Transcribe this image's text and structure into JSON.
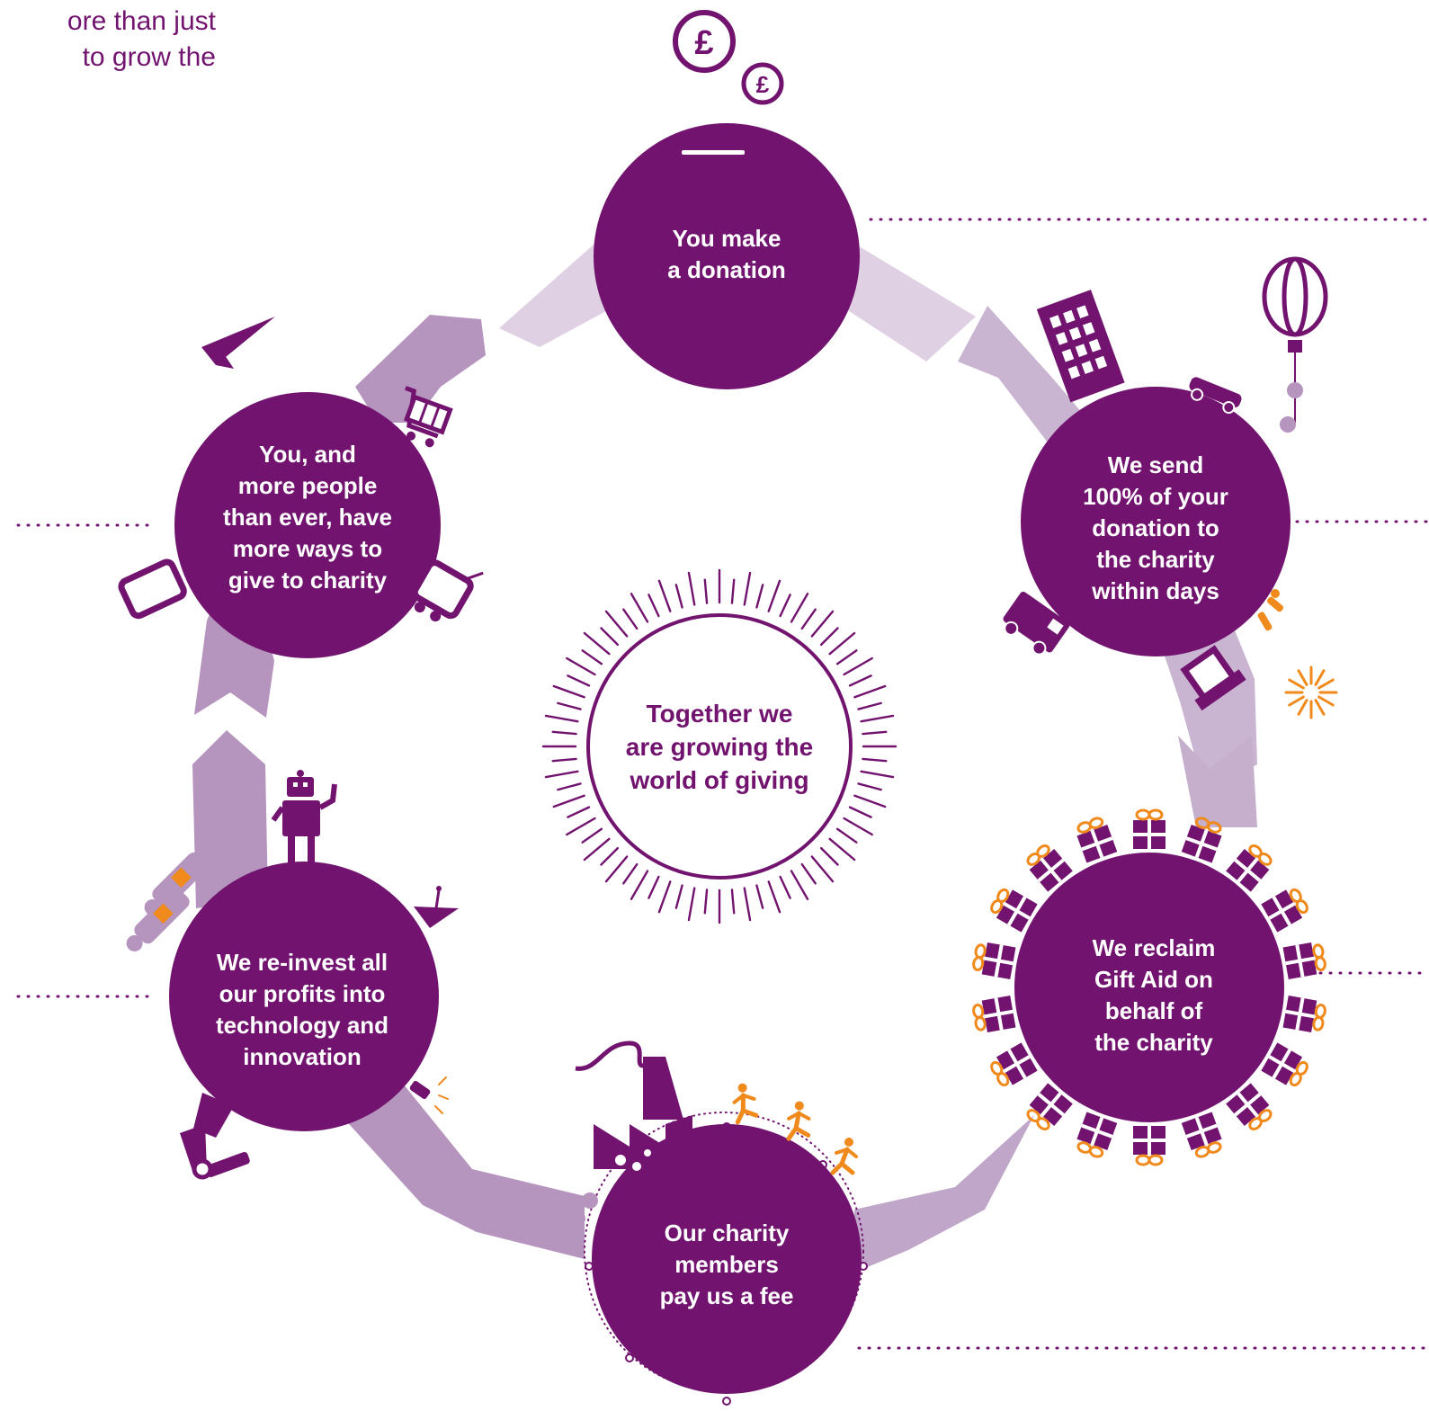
{
  "intro_lines": [
    "ore than just",
    "to grow the"
  ],
  "colors": {
    "primary": "#72146f",
    "arrow_light": "#dfd0e3",
    "arrow_mid": "#c9b4d1",
    "arrow_dark": "#b594bd",
    "accent": "#f08a1c"
  },
  "center": {
    "lines": [
      "Together we",
      "are growing the",
      "world of giving"
    ]
  },
  "stages": [
    {
      "id": "donation",
      "lines": [
        "You make",
        "a donation"
      ]
    },
    {
      "id": "send",
      "lines": [
        "We send",
        "100% of your",
        "donation to",
        "the charity",
        "within days"
      ]
    },
    {
      "id": "gift-aid",
      "lines": [
        "We reclaim",
        "Gift Aid on",
        "behalf of",
        "the charity"
      ]
    },
    {
      "id": "fee",
      "lines": [
        "Our charity",
        "members",
        "pay us a fee"
      ]
    },
    {
      "id": "reinvest",
      "lines": [
        "We re-invest all",
        "our profits into",
        "technology and",
        "innovation"
      ]
    },
    {
      "id": "more-ways",
      "lines": [
        "You, and",
        "more people",
        "than ever, have",
        "more ways to",
        "give to charity"
      ]
    }
  ],
  "icons": {
    "coins": "pound-coin-icon",
    "balloon": "hot-air-balloon-icon",
    "building": "office-building-icon",
    "car": "car-icon",
    "van": "van-icon",
    "fireworks": "fireworks-icon",
    "gifts": "gift-box-icon",
    "runners": "runner-icon",
    "factory": "factory-icon",
    "robot": "robot-icon",
    "robot_arm": "robot-arm-icon",
    "dish": "satellite-dish-icon",
    "plane": "paper-plane-icon",
    "cart": "shopping-cart-icon",
    "phone": "mobile-phone-icon",
    "tv": "television-icon"
  }
}
